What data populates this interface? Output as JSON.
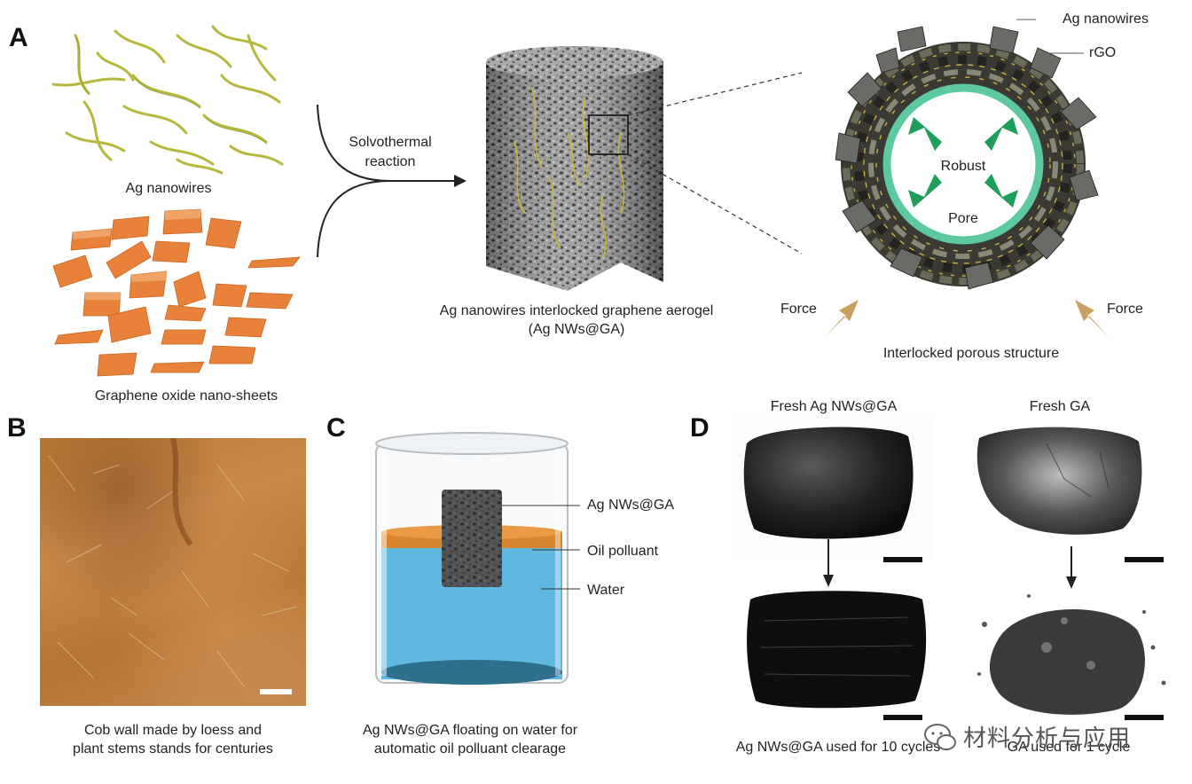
{
  "panels": {
    "a": {
      "letter": "A",
      "ag_nanowires_label": "Ag nanowires",
      "graphene_oxide_label": "Graphene oxide nano-sheets",
      "reaction_label_1": "Solvothermal",
      "reaction_label_2": "reaction",
      "aerogel_label_1": "Ag nanowires interlocked graphene aerogel",
      "aerogel_label_2": "(Ag NWs@GA)",
      "callout_ag": "Ag nanowires",
      "callout_rgo": "rGO",
      "robust_label": "Robust",
      "pore_label": "Pore",
      "force_left": "Force",
      "force_right": "Force",
      "structure_label": "Interlocked porous structure"
    },
    "b": {
      "letter": "B",
      "caption_1": "Cob wall made by loess and",
      "caption_2": "plant stems stands for centuries"
    },
    "c": {
      "letter": "C",
      "callout_sample": "Ag NWs@GA",
      "callout_oil": "Oil polluant",
      "callout_water": "Water",
      "caption_1": "Ag NWs@GA floating on water for",
      "caption_2": "automatic oil polluant clearage"
    },
    "d": {
      "letter": "D",
      "fresh_agnws": "Fresh Ag NWs@GA",
      "fresh_ga": "Fresh GA",
      "used_agnws": "Ag NWs@GA used for 10 cycles",
      "used_ga": "GA used for 1 cycle"
    }
  },
  "watermark": {
    "text": "材料分析与应用"
  },
  "colors": {
    "nanowire": "#b5b83c",
    "sheet": "#e8823a",
    "pore_ring": "#5cc9a0",
    "arrow_green": "#1e9e5a",
    "force_arrow": "#c9a062",
    "water": "#5fb8e0",
    "oil": "#d8862e"
  }
}
